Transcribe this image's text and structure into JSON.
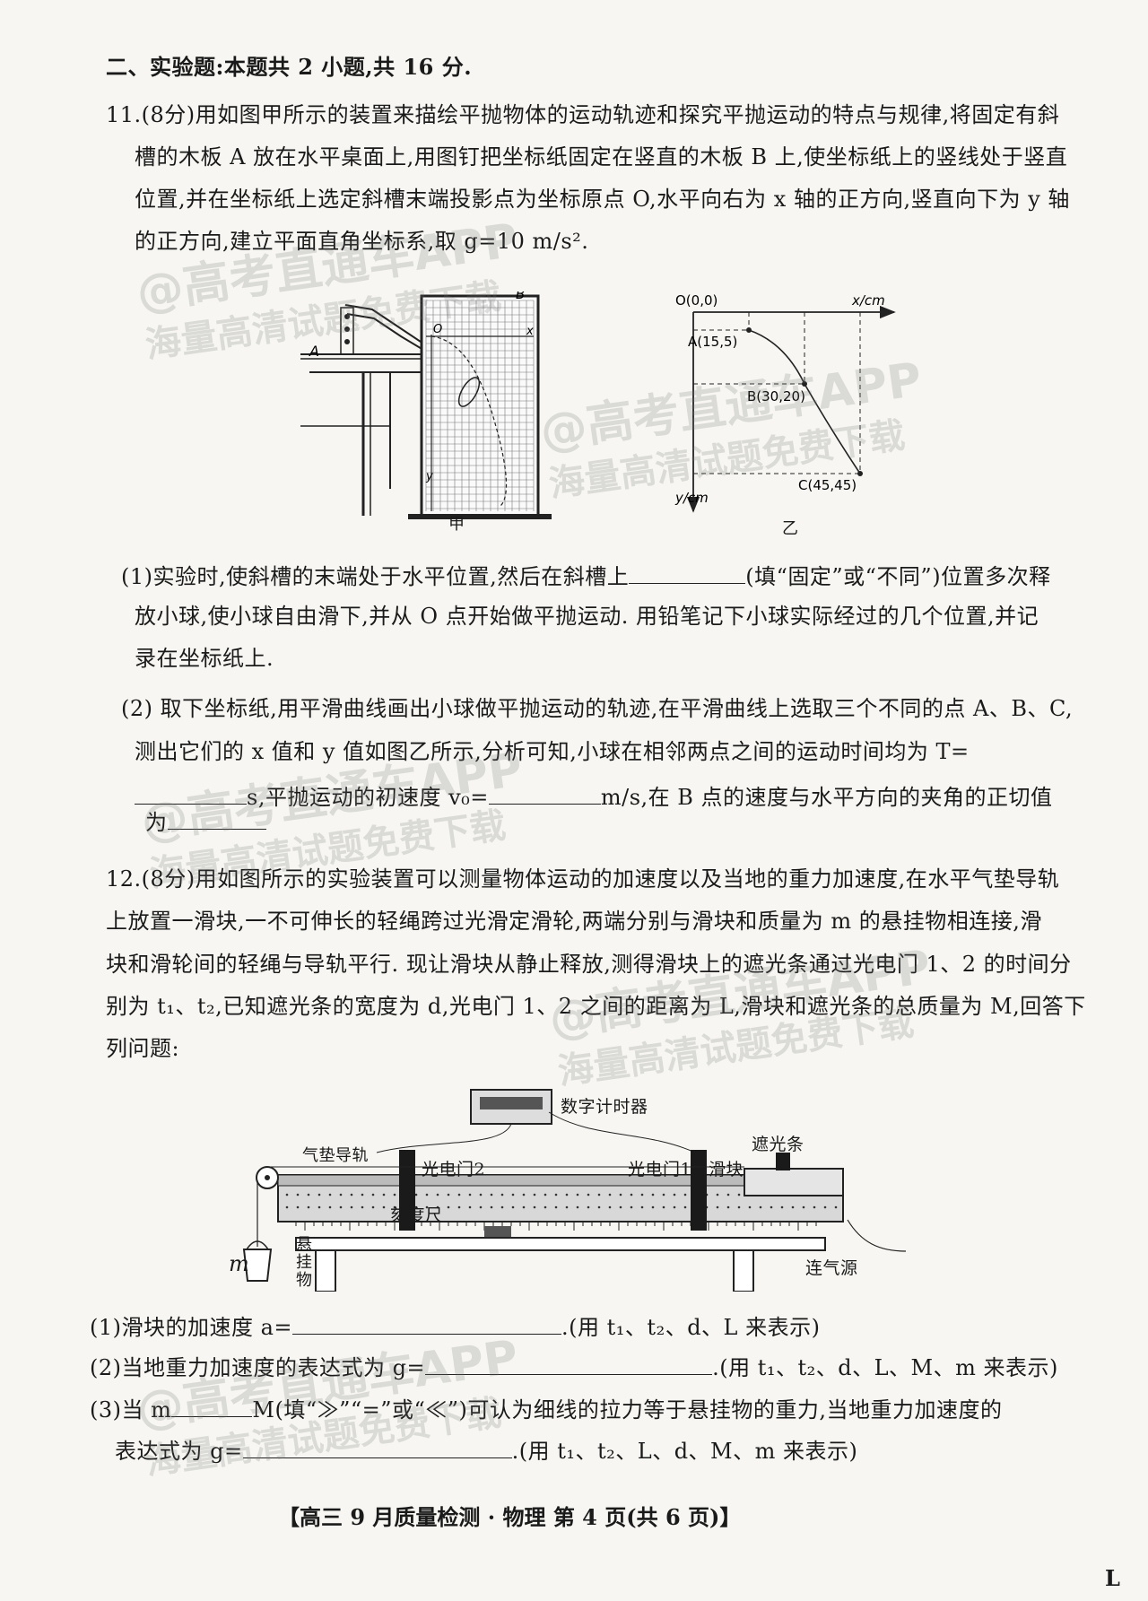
{
  "section": {
    "title": "二、实验题:本题共 2 小题,共 16 分."
  },
  "q11": {
    "intro": [
      "11.(8分)用如图甲所示的装置来描绘平抛物体的运动轨迹和探究平抛运动的特点与规律,将固定有斜",
      "槽的木板 A 放在水平桌面上,用图钉把坐标纸固定在竖直的木板 B 上,使坐标纸上的竖线处于竖直",
      "位置,并在坐标纸上选定斜槽末端投影点为坐标原点 O,水平向右为 x 轴的正方向,竖直向下为 y 轴",
      "的正方向,建立平面直角坐标系,取 g=10 m/s²."
    ],
    "fig_jia": {
      "label_A": "A",
      "label_B": "B",
      "label_O": "O",
      "label_x": "x",
      "label_y": "y",
      "caption": "甲"
    },
    "fig_yi": {
      "origin": "O(0,0)",
      "xaxis": "x/cm",
      "yaxis": "y/cm",
      "pA": "A(15,5)",
      "pB": "B(30,20)",
      "pC": "C(45,45)",
      "caption": "乙"
    },
    "p1": [
      "(1)实验时,使斜槽的末端处于水平位置,然后在斜槽上",
      "(填“固定”或“不同”)位置多次释",
      "放小球,使小球自由滑下,并从 O 点开始做平抛运动. 用铅笔记下小球实际经过的几个位置,并记",
      "录在坐标纸上."
    ],
    "p2": [
      "(2) 取下坐标纸,用平滑曲线画出小球做平抛运动的轨迹,在平滑曲线上选取三个不同的点 A、B、C,",
      "测出它们的 x 值和 y 值如图乙所示,分析可知,小球在相邻两点之间的运动时间均为 T=",
      "s,平抛运动的初速度 v₀=",
      "m/s,在 B 点的速度与水平方向的夹角的正切值",
      "为"
    ]
  },
  "q12": {
    "intro": [
      "12.(8分)用如图所示的实验装置可以测量物体运动的加速度以及当地的重力加速度,在水平气垫导轨",
      "上放置一滑块,一不可伸长的轻绳跨过光滑定滑轮,两端分别与滑块和质量为 m 的悬挂物相连接,滑",
      "块和滑轮间的轻绳与导轨平行. 现让滑块从静止释放,测得滑块上的遮光条通过光电门 1、2 的时间分",
      "别为 t₁、t₂,已知遮光条的宽度为 d,光电门 1、2 之间的距离为 L,滑块和遮光条的总质量为 M,回答下",
      "列问题:"
    ],
    "fig": {
      "timer": "数字计时器",
      "rail": "气垫导轨",
      "gate2": "光电门2",
      "gate1": "光电门1",
      "slider": "滑块",
      "strip": "遮光条",
      "ruler": "刻度尺",
      "hang": [
        "悬",
        "挂",
        "物"
      ],
      "m": "m",
      "air": "连气源"
    },
    "p1": [
      "(1)滑块的加速度 a=",
      ".(用 t₁、t₂、d、L 来表示)"
    ],
    "p2": [
      "(2)当地重力加速度的表达式为 g=",
      ".(用 t₁、t₂、d、L、M、m 来表示)"
    ],
    "p3": [
      "(3)当 m",
      "M(填“≫”“=”或“≪”)可认为细线的拉力等于悬挂物的重力,当地重力加速度的",
      "表达式为 g=",
      ".(用 t₁、t₂、L、d、M、m 来表示)"
    ]
  },
  "footer": {
    "text": "【高三 9 月质量检测 · 物理   第 4 页(共 6 页)】",
    "corner": "L"
  },
  "watermarks": [
    "@高考直通车APP",
    "海量高清试题免费下载"
  ]
}
